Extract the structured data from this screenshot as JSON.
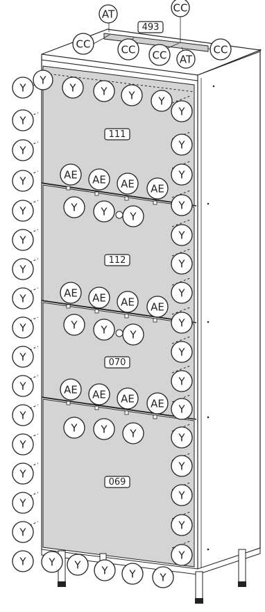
{
  "colors": {
    "panel_fill": "#d4d4d4",
    "line": "#222222",
    "background": "#ffffff"
  },
  "labels": {
    "top_panel": "493",
    "door_1": "111",
    "door_2": "112",
    "door_3": "070",
    "door_4": "069"
  },
  "callouts": {
    "at": "AT",
    "cc": "CC",
    "y": "Y",
    "ae": "AE"
  }
}
